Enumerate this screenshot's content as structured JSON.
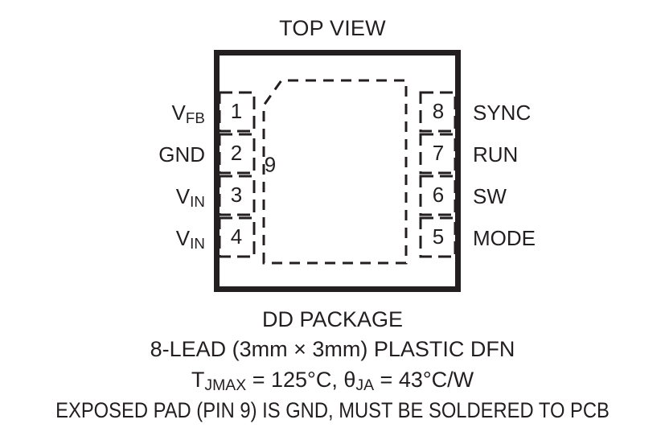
{
  "title": "TOP VIEW",
  "package": {
    "exposed_pad_number": "9"
  },
  "pins": {
    "left": [
      {
        "number": "1",
        "label_main": "V",
        "label_sub": "FB"
      },
      {
        "number": "2",
        "label_main": "GND",
        "label_sub": ""
      },
      {
        "number": "3",
        "label_main": "V",
        "label_sub": "IN"
      },
      {
        "number": "4",
        "label_main": "V",
        "label_sub": "IN"
      }
    ],
    "right": [
      {
        "number": "8",
        "label_main": "SYNC",
        "label_sub": ""
      },
      {
        "number": "7",
        "label_main": "RUN",
        "label_sub": ""
      },
      {
        "number": "6",
        "label_main": "SW",
        "label_sub": ""
      },
      {
        "number": "5",
        "label_main": "MODE",
        "label_sub": ""
      }
    ]
  },
  "caption": {
    "package_name": "DD PACKAGE",
    "lead_description": "8-LEAD (3mm × 3mm) PLASTIC DFN",
    "thermal": {
      "tj_symbol": "T",
      "tj_sub": "JMAX",
      "tj_value": " = 125°C, ",
      "theta_symbol": "θ",
      "theta_sub": "JA",
      "theta_value": " = 43°C/W"
    },
    "exposed_pad_note": "EXPOSED PAD (PIN 9) IS GND, MUST BE SOLDERED TO PCB"
  },
  "colors": {
    "ink": "#231f20",
    "background": "#ffffff"
  }
}
